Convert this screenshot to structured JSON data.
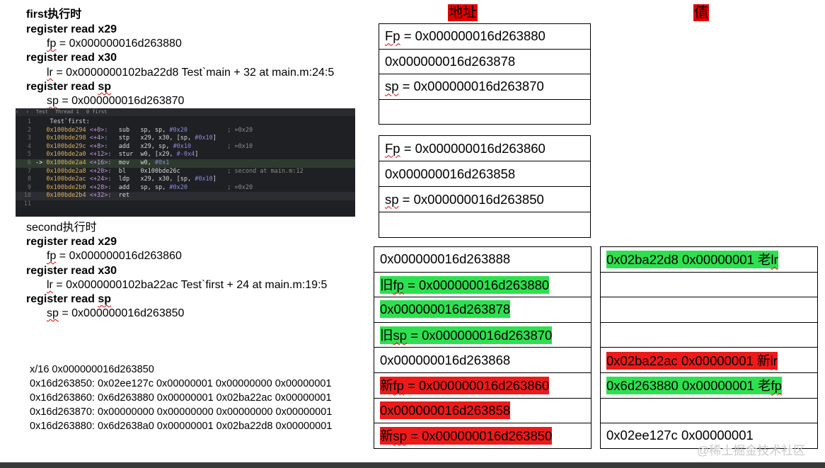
{
  "left": {
    "first_title": "first执行时",
    "reg_read_x29_1": "register read x29",
    "fp_label_1": "fp",
    "fp_value_1": " = 0x000000016d263880",
    "reg_read_x30_1": "register read x30",
    "lr_label_1": "lr",
    "lr_value_1": " = 0x0000000102ba22d8  Test`main + 32 at main.m:24:5",
    "reg_read_sp_1_prefix": "register read ",
    "reg_read_sp_1_sp": "sp",
    "sp_label_1": "sp",
    "sp_value_1": " = 0x000000016d263870",
    "second_title": "second执行时",
    "reg_read_x29_2": "register read x29",
    "fp_label_2": "fp",
    "fp_value_2": " = 0x000000016d263860",
    "reg_read_x30_2": "register read x30",
    "lr_label_2": "lr",
    "lr_value_2_a": " = 0x0000000102ba22ac  Test`first",
    "lr_value_2_b": " + 24 at main.m:19:5",
    "reg_read_sp_2_prefix": "register read ",
    "reg_read_sp_2_sp": "sp",
    "sp_label_2": "sp",
    "sp_value_2": " = 0x000000016d263850"
  },
  "code_panel": {
    "breadcrumb": [
      "Test",
      "Thread 1",
      "0 first"
    ],
    "rows": [
      {
        "ln": "1",
        "text": "Test`first:"
      },
      {
        "ln": "2",
        "addr": "0x100bde294",
        "off": "<+0>:",
        "mn": "sub",
        "ops": "sp, sp, ",
        "imm": "#0x20",
        "cmt": "; =0x20"
      },
      {
        "ln": "3",
        "addr": "0x100bde298",
        "off": "<+4>:",
        "mn": "stp",
        "ops": "x29, x30, [sp, ",
        "imm": "#0x10",
        "tail": "]"
      },
      {
        "ln": "4",
        "addr": "0x100bde29c",
        "off": "<+8>:",
        "mn": "add",
        "ops": "x29, sp, ",
        "imm": "#0x10",
        "cmt": "; =0x10"
      },
      {
        "ln": "5",
        "addr": "0x100bde2a0",
        "off": "<+12>:",
        "mn": "stur",
        "ops": "w0, [x29, ",
        "imm": "#-0x4",
        "tail": "]"
      },
      {
        "ln": "6",
        "addr": "0x100bde2a4",
        "off": "<+16>:",
        "mn": "mov",
        "ops": "w0, ",
        "imm": "#0x1"
      },
      {
        "ln": "7",
        "addr": "0x100bde2a8",
        "off": "<+20>:",
        "mn": "bl",
        "ops": "0x100bde26c",
        "cmt": "; second at main.m:12"
      },
      {
        "ln": "8",
        "addr": "0x100bde2ac",
        "off": "<+24>:",
        "mn": "ldp",
        "ops": "x29, x30, [sp, ",
        "imm": "#0x10",
        "tail": "]"
      },
      {
        "ln": "9",
        "addr": "0x100bde2b0",
        "off": "<+28>:",
        "mn": "add",
        "ops": "sp, sp, ",
        "imm": "#0x20",
        "cmt": "; =0x20"
      },
      {
        "ln": "10",
        "addr": "0x100bde2b4",
        "off": "<+32>:",
        "mn": "ret",
        "ops": ""
      },
      {
        "ln": "11",
        "text": ""
      }
    ],
    "arrow": "->"
  },
  "headers": {
    "address": "地址",
    "value": "值"
  },
  "table1": {
    "r1_label": "Fp",
    "r1_value": " = 0x000000016d263880",
    "r2": "0x000000016d263878",
    "r3_label": "sp",
    "r3_value": " = 0x000000016d263870"
  },
  "table2": {
    "r1_label": "Fp",
    "r1_value": " = 0x000000016d263860",
    "r2": "0x000000016d263858",
    "r3_label": "sp",
    "r3_value": " = 0x000000016d263850"
  },
  "table3": {
    "r1": "0x000000016d263888",
    "r2_a": "旧",
    "r2_b": "fp",
    "r2_c": " = 0x000000016d263880",
    "r3": "0x000000016d263878",
    "r4_a": "旧",
    "r4_b": "sp",
    "r4_c": " = 0x000000016d263870",
    "r5": "0x000000016d263868",
    "r6_a": "新",
    "r6_b": "fp",
    "r6_c": " = 0x000000016d263860",
    "r7": "0x000000016d263858",
    "r8_a": "新",
    "r8_b": "sp",
    "r8_c": " = 0x000000016d263850"
  },
  "table4": {
    "r1_a": "0x02ba22d8 0x00000001 老",
    "r1_b": "lr",
    "r5_a": "0x02ba22ac 0x00000001   新",
    "r5_b": "lr",
    "r6_a": "0x6d263880 0x00000001   老",
    "r6_b": "fp",
    "r8": "0x02ee127c 0x00000001"
  },
  "memory_dump": [
    "x/16 0x000000016d263850",
    "0x16d263850: 0x02ee127c 0x00000001 0x00000000 0x00000001",
    "0x16d263860: 0x6d263880 0x00000001 0x02ba22ac 0x00000001",
    "0x16d263870: 0x00000000 0x00000000 0x00000000 0x00000001",
    "0x16d263880: 0x6d2638a0 0x00000001 0x02ba22d8 0x00000001"
  ],
  "watermark": "@稀土掘金技术社区",
  "colors": {
    "green": "#2ee04f",
    "red": "#ee1a1a",
    "code_bg": "#1f2024"
  }
}
